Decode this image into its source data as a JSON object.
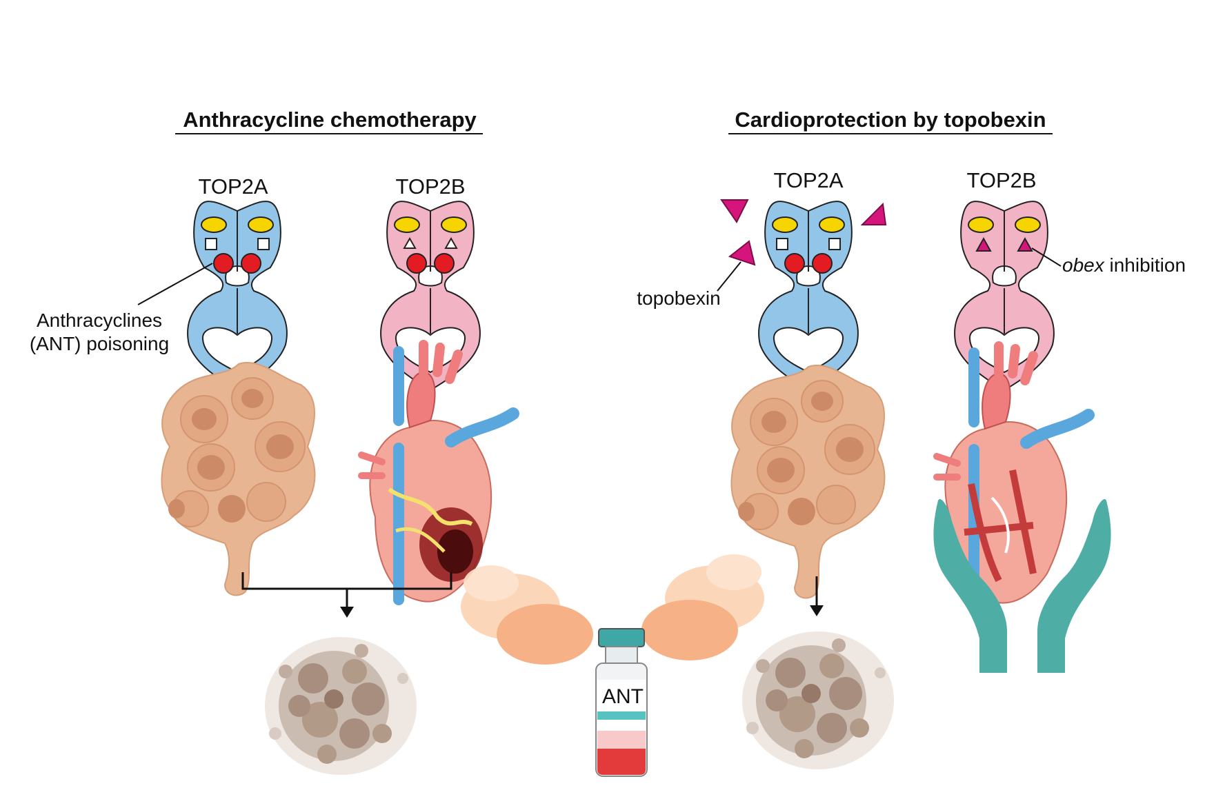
{
  "left_panel": {
    "heading": "Anthracycline chemotherapy",
    "enzyme_a": "TOP2A",
    "enzyme_b": "TOP2B",
    "poison_label_line1": "Anthracyclines",
    "poison_label_line2": "(ANT) poisoning"
  },
  "right_panel": {
    "heading": "Cardioprotection by topobexin",
    "enzyme_a": "TOP2A",
    "enzyme_b": "TOP2B",
    "drug_label": "topobexin",
    "inhibition_italic": "obex",
    "inhibition_rest": " inhibition"
  },
  "vial": {
    "label": "ANT"
  },
  "colors": {
    "top2a_fill": "#93c5e8",
    "top2b_fill": "#f2b3c4",
    "atp_yellow": "#f5d400",
    "anthracycline_red": "#e31b23",
    "topobexin_magenta": "#d6157c",
    "hand_teal": "#4eaea5",
    "cell_tan": "#e8b592"
  }
}
